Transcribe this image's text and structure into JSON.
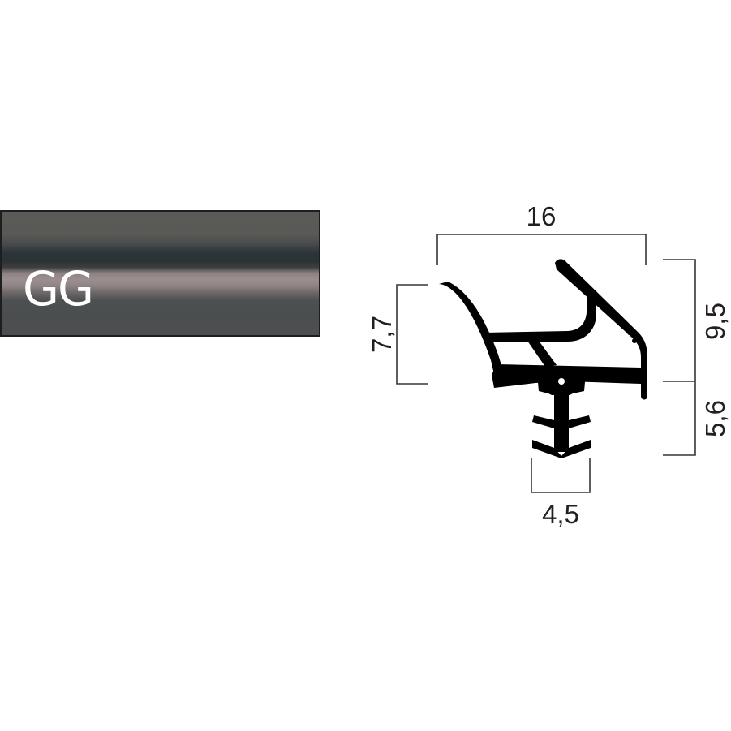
{
  "swatch": {
    "label": "GG",
    "colors": {
      "border": "#1e1e1e",
      "top": "#5a5955",
      "dark_band": "#2b3234",
      "light_band": "#9c8e8e",
      "bottom": "#4b4e4f",
      "text": "#ffffff"
    }
  },
  "profile": {
    "fill_color": "#000000",
    "dimensions": {
      "width_top": "16",
      "height_left": "7,7",
      "height_right_upper": "9,5",
      "height_right_lower": "5,6",
      "width_bottom": "4,5"
    }
  }
}
